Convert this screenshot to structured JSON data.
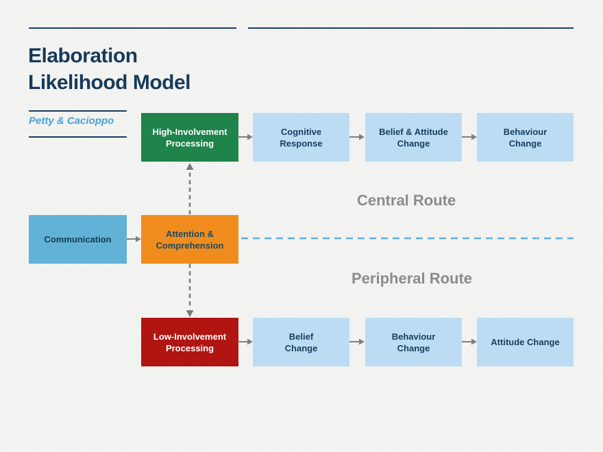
{
  "header": {
    "title": "Elaboration\nLikelihood Model",
    "subtitle": "Petty & Cacioppo"
  },
  "routes": {
    "central_label": "Central Route",
    "peripheral_label": "Peripheral Route"
  },
  "diagram": {
    "nodes": {
      "communication": "Communication",
      "attention_comprehension": "Attention &\nComprehension",
      "high_involvement": "High-Involvement\nProcessing",
      "cognitive_response": "Cognitive\nResponse",
      "belief_attitude_change": "Belief & Attitude\nChange",
      "behaviour_change_central": "Behaviour\nChange",
      "low_involvement": "Low-Involvement\nProcessing",
      "belief_change": "Belief\nChange",
      "behaviour_change_peripheral": "Behaviour\nChange",
      "attitude_change": "Attitude Change"
    },
    "colors": {
      "background": "#f1f1ef",
      "navy_rule": "#1b3c5e",
      "title_navy": "#173a5c",
      "subtitle_blue": "#4aa2d9",
      "route_dashed_blue": "#5fb0dc",
      "green_node": "#1e8449",
      "orange_node": "#f08c1e",
      "red_node": "#b01511",
      "communication_blue_node": "#62b2d8",
      "light_blue_node": "#bcdcf4",
      "node_text_dark": "#17405f",
      "arrow_gray": "#7f7f7f",
      "dashed_arrow_gray": "#7a7a7a",
      "route_label_gray": "#8b8b8b"
    }
  }
}
